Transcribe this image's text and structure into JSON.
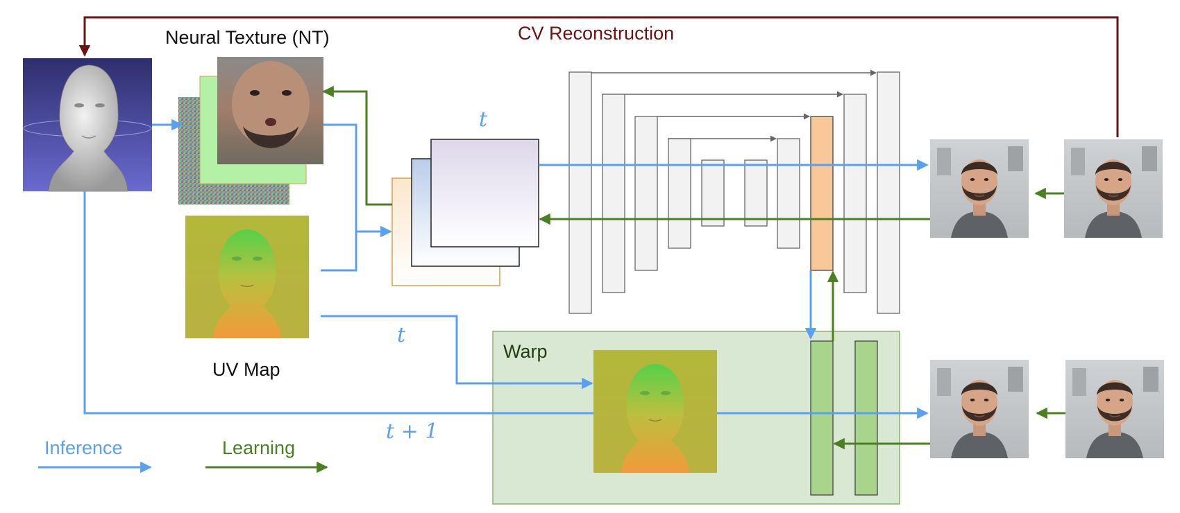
{
  "labels": {
    "neural_texture": "Neural Texture (NT)",
    "cv_reconstruction": "CV Reconstruction",
    "uv_map": "UV Map",
    "warp": "Warp",
    "inference": "Inference",
    "learning": "Learning",
    "t_top": "t",
    "t_mid": "t",
    "t_plus_1": "t + 1"
  },
  "colors": {
    "inference": "#5aa0f0",
    "learning": "#4a7f22",
    "cv_reconstruction": "#6b1212",
    "warp_box_fill": "#d9e8d2",
    "warp_box_stroke": "#88b46a",
    "unet_block": "#f2f2f2",
    "unet_highlight": "#f8c898",
    "warp_block": "#a9d48c"
  },
  "icons": {
    "head_mesh": "3d-head-mesh-icon",
    "face_texture": "unwrapped-face-texture-icon",
    "uv_head": "uv-head-map-icon",
    "face_photo": "face-photo-icon"
  }
}
